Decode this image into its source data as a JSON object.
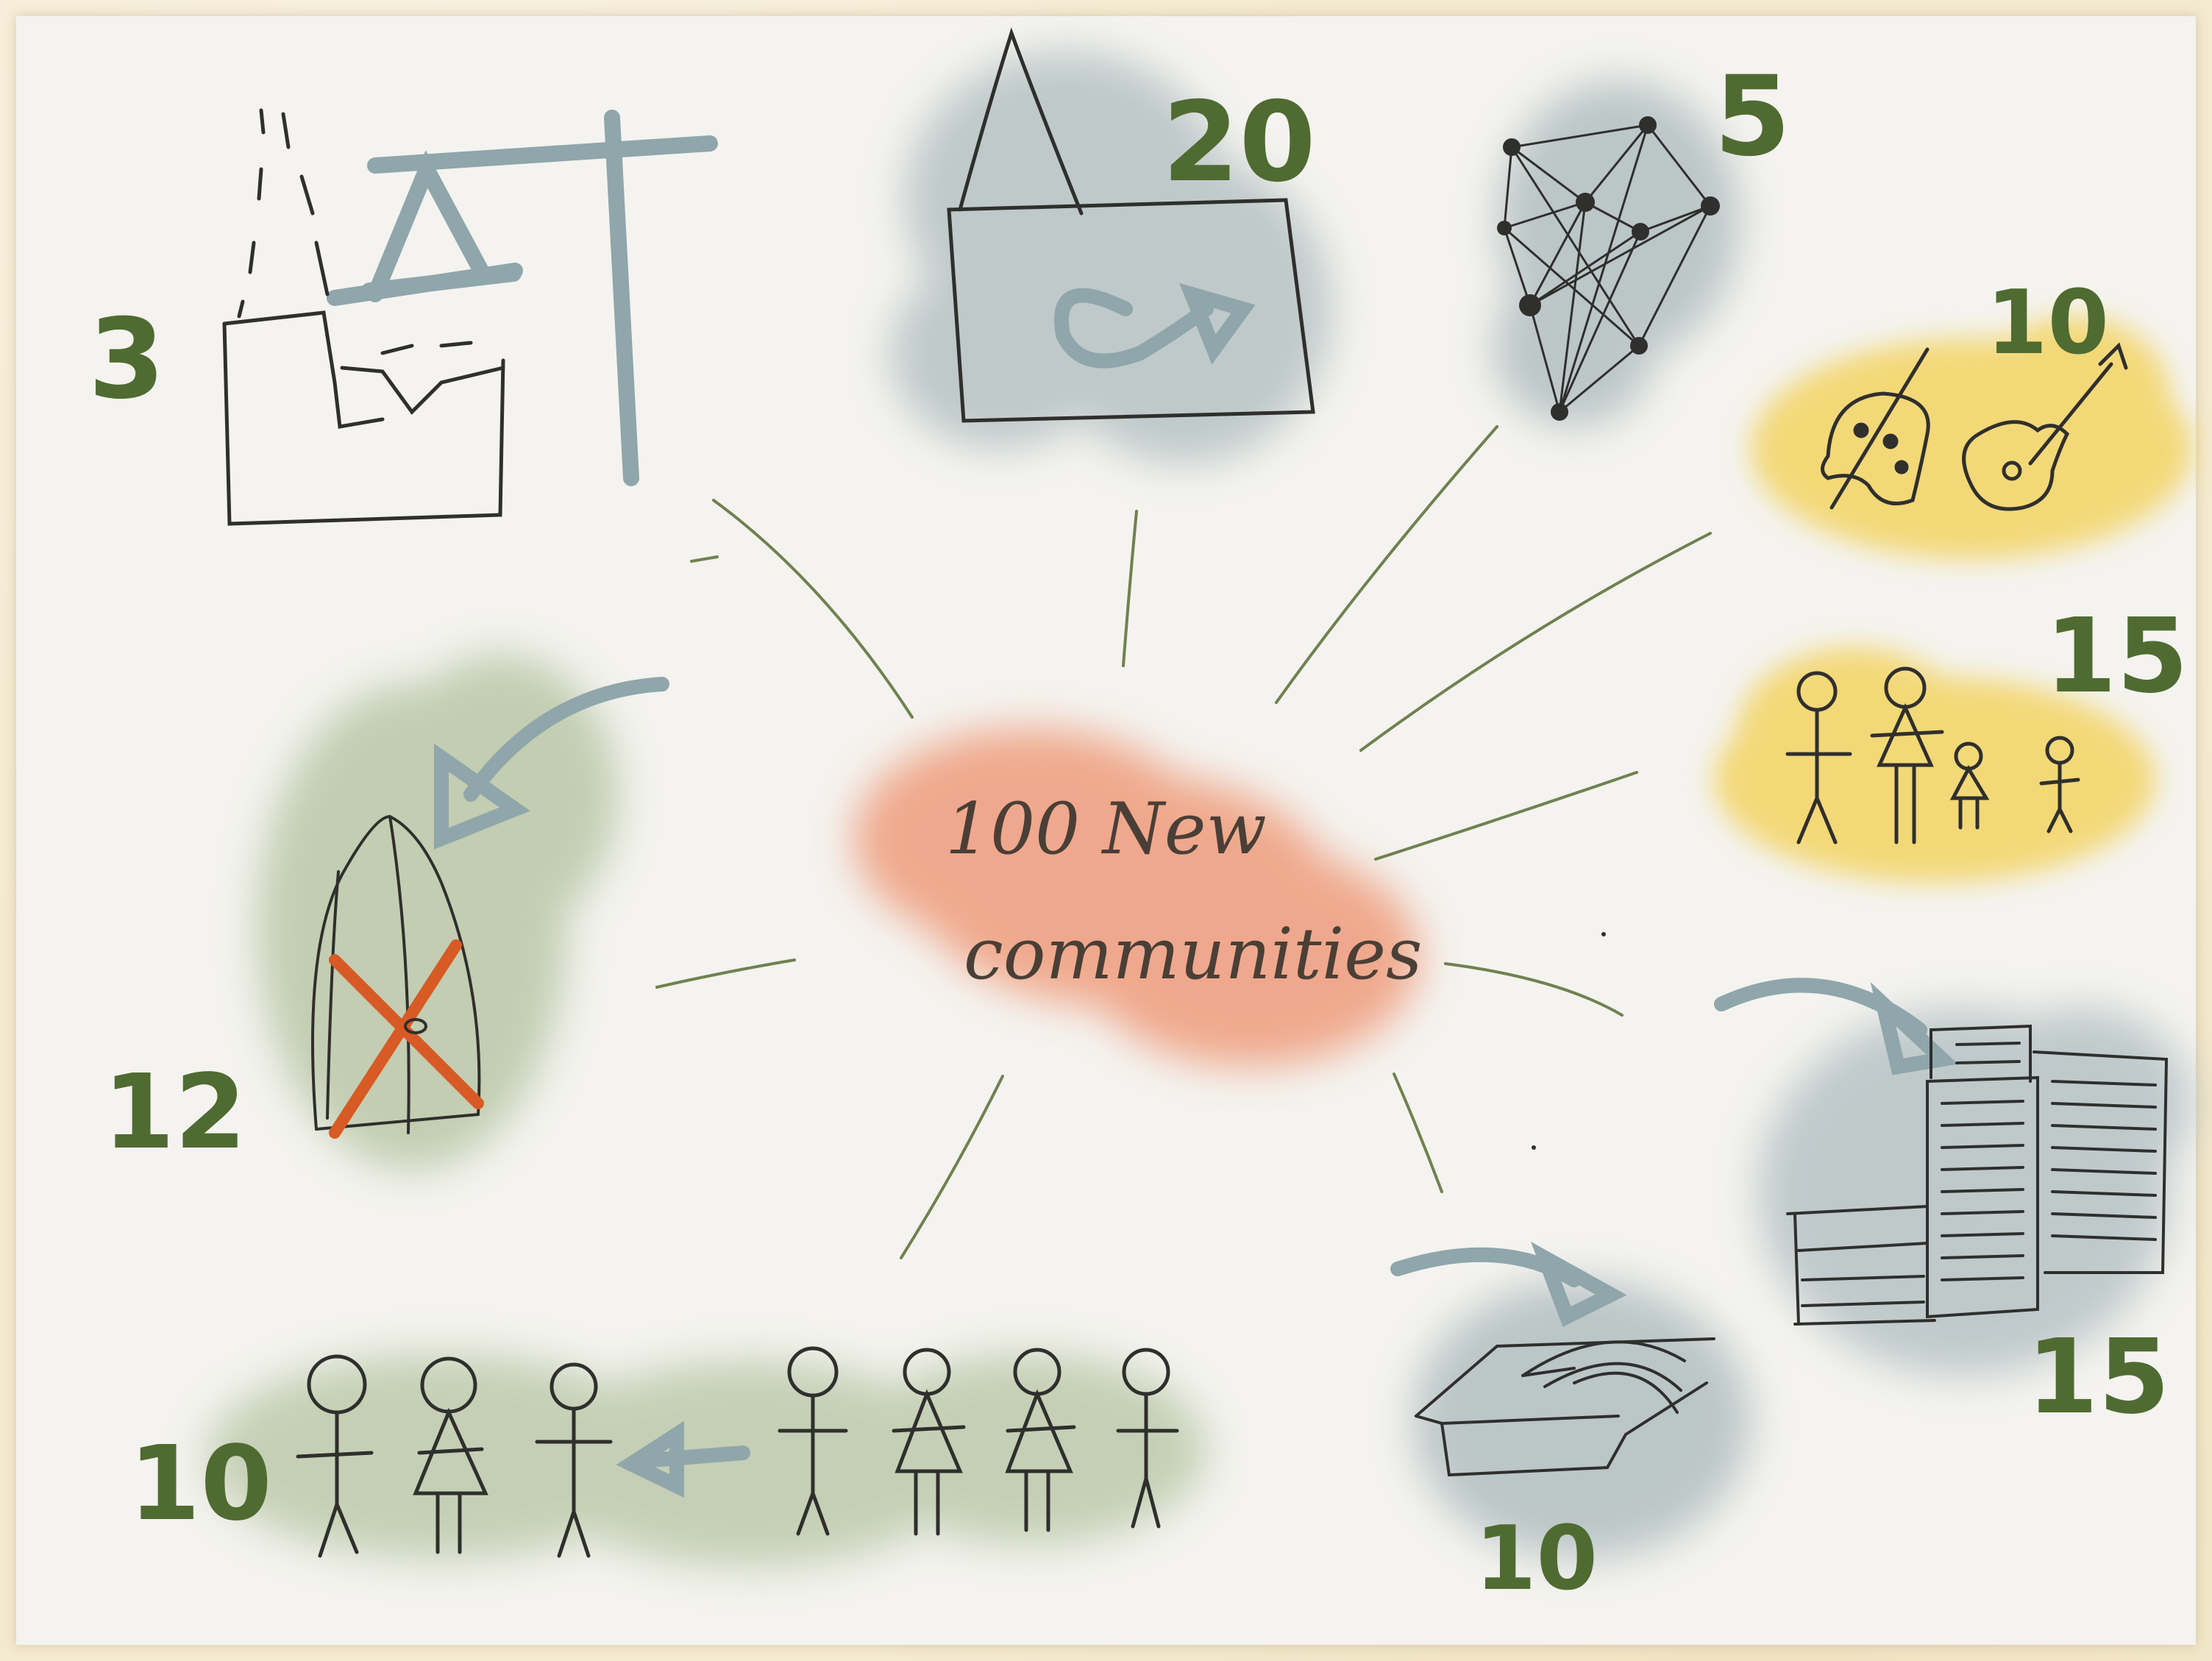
{
  "center": {
    "line1": "100 New",
    "line2": "communities"
  },
  "nodes": [
    {
      "id": "cathedral-build",
      "count": "3"
    },
    {
      "id": "church-conversion",
      "count": "20"
    },
    {
      "id": "network",
      "count": "5"
    },
    {
      "id": "arts",
      "count": "10"
    },
    {
      "id": "families",
      "count": "15"
    },
    {
      "id": "city",
      "count": "15"
    },
    {
      "id": "book",
      "count": "10"
    },
    {
      "id": "people",
      "count": "10"
    },
    {
      "id": "closed-church",
      "count": "12"
    }
  ],
  "colors": {
    "number": "#4f6b31",
    "ink": "#3b3b38",
    "blue_gray": "#8fa6ab",
    "green_wash": "#b8c5a5",
    "yellow_wash": "#f4d76a",
    "orange_wash": "#ee9f80",
    "cross": "#d85a25",
    "connector": "#6f8150"
  }
}
